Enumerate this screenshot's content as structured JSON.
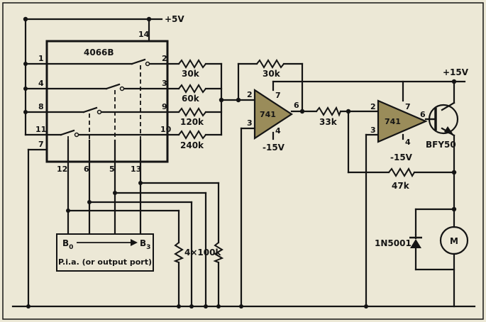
{
  "supply_pos5": "+5V",
  "supply_pos15": "+15V",
  "chip": {
    "name": "4066B",
    "pins": {
      "p1": "1",
      "p4": "4",
      "p8": "8",
      "p11": "11",
      "p7": "7",
      "p14": "14",
      "p2": "2",
      "p3": "3",
      "p9": "9",
      "p10": "10",
      "p12": "12",
      "p6": "6",
      "p5": "5",
      "p13": "13"
    }
  },
  "input_resistors": [
    "30k",
    "60k",
    "120k",
    "240k"
  ],
  "feedback_resistor": "30k",
  "opamp1": {
    "label": "741",
    "pin_inv": "2",
    "pin_noninv": "3",
    "pin_out": "6",
    "pin_vcc": "7",
    "pin_vee": "4",
    "neg_supply": "-15V"
  },
  "series_resistor": "33k",
  "opamp2": {
    "label": "741",
    "pin_inv": "2",
    "pin_noninv": "3",
    "pin_out": "6",
    "pin_vcc": "7",
    "pin_vee": "4",
    "neg_supply": "-15V"
  },
  "feedback2_resistor": "47k",
  "transistor": "BFY50",
  "diode": "1N5001",
  "motor": "M",
  "pullups": "4×100k",
  "pia": {
    "b0": "B",
    "b0_sub": "0",
    "b3": "B",
    "b3_sub": "3",
    "caption": "P.i.a. (or output port)"
  },
  "colors": {
    "background": "#ece8d6",
    "ink": "#141414",
    "opamp_fill": "#9a8c5a"
  }
}
